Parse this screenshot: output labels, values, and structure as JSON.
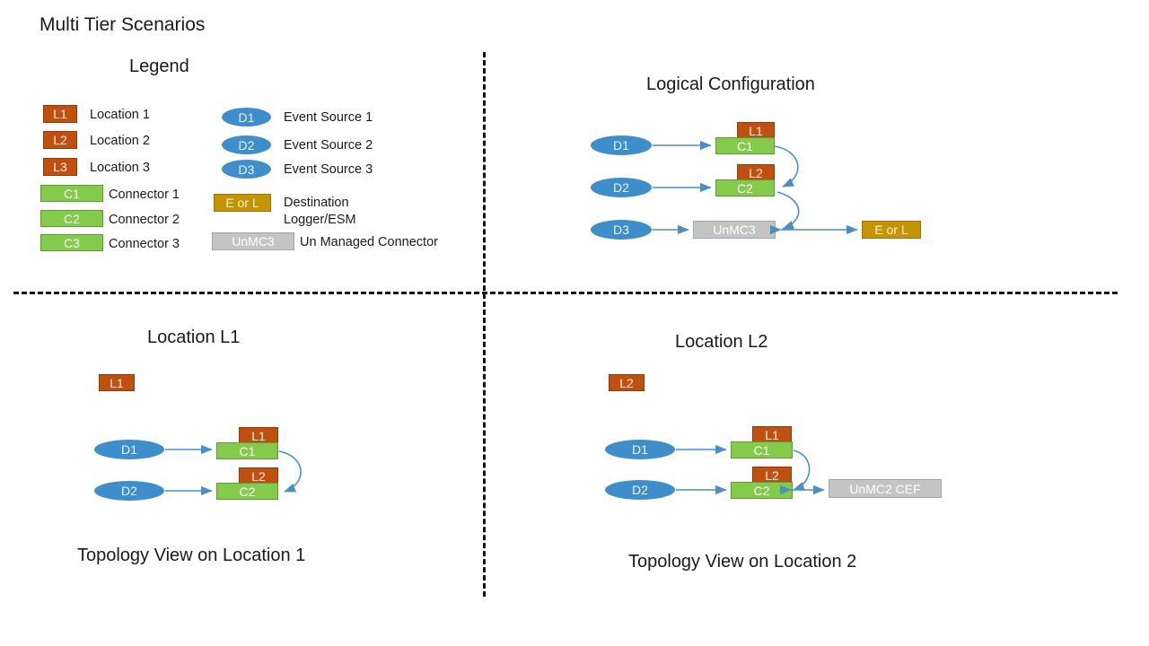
{
  "title": "Multi Tier Scenarios",
  "colors": {
    "location": "#c0500f",
    "connector": "#84cb4c",
    "destination": "#c49406",
    "unmanaged": "#c4c4c4",
    "event_source": "#3f8ecc",
    "edge": "#4a90c4",
    "divider": "#141414"
  },
  "legend": {
    "title": "Legend",
    "left_column": [
      {
        "shape": "L1",
        "label": "Location 1",
        "kind": "location"
      },
      {
        "shape": "L2",
        "label": "Location 2",
        "kind": "location"
      },
      {
        "shape": "L3",
        "label": "Location 3",
        "kind": "location"
      },
      {
        "shape": "C1",
        "label": "Connector 1",
        "kind": "connector"
      },
      {
        "shape": "C2",
        "label": "Connector 2",
        "kind": "connector"
      },
      {
        "shape": "C3",
        "label": "Connector 3",
        "kind": "connector"
      }
    ],
    "right_column": [
      {
        "shape": "D1",
        "label": "Event Source 1",
        "kind": "event_source"
      },
      {
        "shape": "D2",
        "label": "Event Source 2",
        "kind": "event_source"
      },
      {
        "shape": "D3",
        "label": "Event Source 3",
        "kind": "event_source"
      },
      {
        "shape": "E or L",
        "label": "Destination",
        "label2": "Logger/ESM",
        "kind": "destination"
      },
      {
        "shape": "UnMC3",
        "label": "Un Managed Connector",
        "kind": "unmanaged"
      }
    ]
  },
  "logical": {
    "title": "Logical Configuration",
    "sources": [
      "D1",
      "D2",
      "D3"
    ],
    "locations": [
      "L1",
      "L2"
    ],
    "connectors": [
      "C1",
      "C2"
    ],
    "unmanaged": "UnMC3",
    "destination": "E or L"
  },
  "location_l1": {
    "title": "Location L1",
    "caption": "Topology View on Location 1",
    "badge": "L1",
    "sources": [
      "D1",
      "D2"
    ],
    "locations": [
      "L1",
      "L2"
    ],
    "connectors": [
      "C1",
      "C2"
    ]
  },
  "location_l2": {
    "title": "Location L2",
    "caption": "Topology View on Location 2",
    "badge": "L2",
    "sources": [
      "D1",
      "D2"
    ],
    "locations": [
      "L1",
      "L2"
    ],
    "connectors": [
      "C1",
      "C2"
    ],
    "unmanaged": "UnMC2 CEF"
  }
}
